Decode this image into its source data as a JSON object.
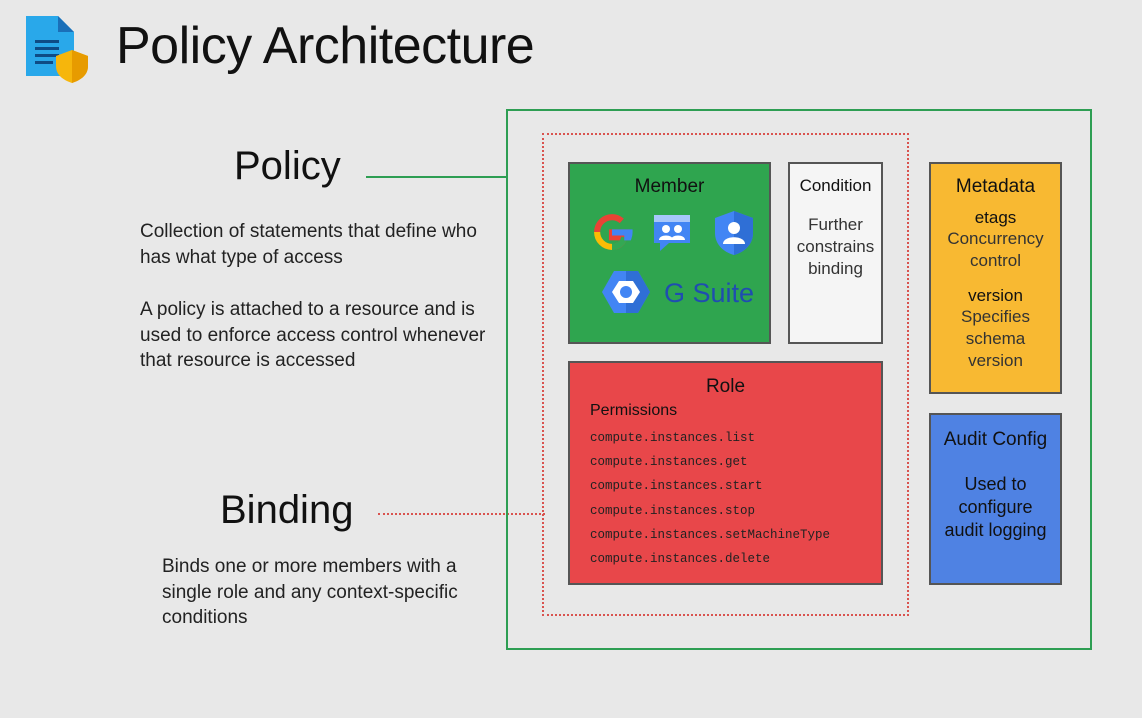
{
  "title": "Policy Architecture",
  "icons": {
    "title": "policy-document-shield-icon",
    "member": [
      "google-icon",
      "google-groups-icon",
      "service-account-icon",
      "cloud-identity-icon"
    ]
  },
  "policy": {
    "heading": "Policy",
    "desc1": "Collection of statements that define who has what type of access",
    "desc2": "A policy is attached to a resource and is used to enforce access control whenever that resource is accessed"
  },
  "binding": {
    "heading": "Binding",
    "desc": "Binds one or more members with a single role and any context-specific conditions"
  },
  "member": {
    "title": "Member",
    "gsuite": "G Suite"
  },
  "condition": {
    "title": "Condition",
    "desc": "Further constrains binding"
  },
  "role": {
    "title": "Role",
    "permissions_label": "Permissions",
    "permissions": [
      "compute.instances.list",
      "compute.instances.get",
      "compute.instances.start",
      "compute.instances.stop",
      "compute.instances.setMachineType",
      "compute.instances.delete"
    ]
  },
  "metadata": {
    "title": "Metadata",
    "etags_label": "etags",
    "etags_desc": "Concurrency control",
    "version_label": "version",
    "version_desc": "Specifies schema version"
  },
  "audit": {
    "title": "Audit Config",
    "desc": "Used to configure audit logging"
  },
  "colors": {
    "policy_border": "#2e9e53",
    "binding_border": "#d9534f",
    "member": "#2fa54f",
    "role": "#e8474a",
    "metadata": "#f8b932",
    "audit": "#4f82e3"
  }
}
